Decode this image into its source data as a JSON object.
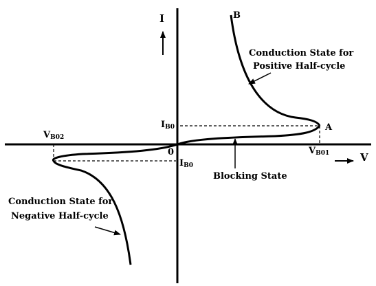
{
  "axes": {
    "current_label": "I",
    "voltage_label": "V",
    "origin_label": "0"
  },
  "markers": {
    "ib0_pos": {
      "main": "I",
      "sub": "B0"
    },
    "ib0_neg": {
      "main": "I",
      "sub": "B0"
    },
    "vb01": {
      "main": "V",
      "sub": "B01"
    },
    "vb02": {
      "main": "V",
      "sub": "B02"
    }
  },
  "points": {
    "a": "A",
    "b": "B"
  },
  "annotations": {
    "conduction_positive_line1": "Conduction State for",
    "conduction_positive_line2": "Positive Half-cycle",
    "blocking": "Blocking State",
    "conduction_negative_line1": "Conduction State for",
    "conduction_negative_line2": "Negative Half-cycle"
  }
}
